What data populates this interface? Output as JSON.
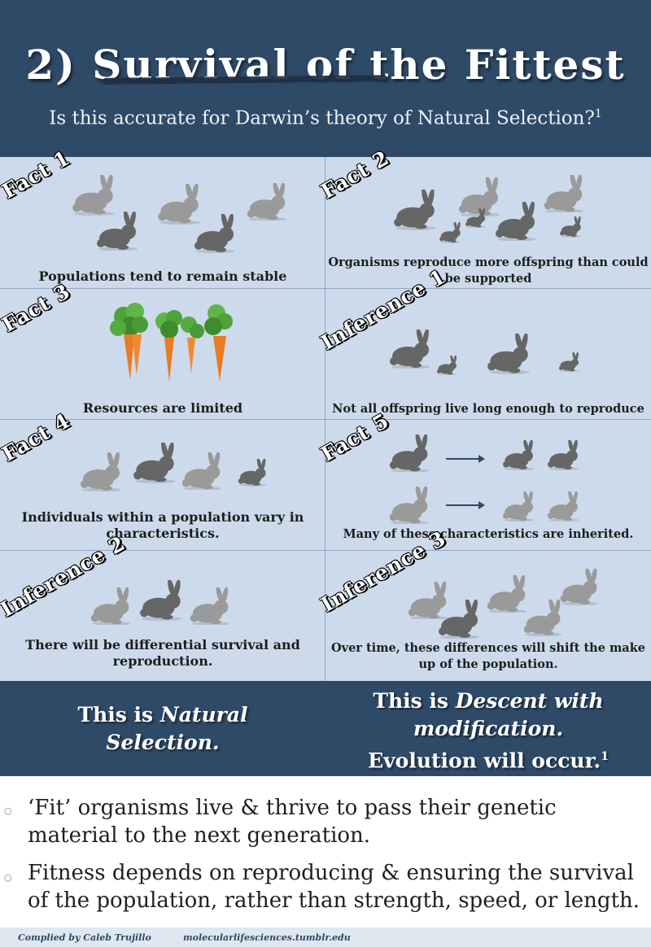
{
  "header": {
    "title": "2) Survival of the Fittest",
    "subtitle": "Is this accurate for Darwin’s theory of Natural Selection?",
    "subtitle_sup": "1"
  },
  "cells": [
    {
      "tag": "Fact 1",
      "caption": "Populations tend to remain stable"
    },
    {
      "tag": "Fact 2",
      "caption": "Organisms reproduce more offspring than could be supported"
    },
    {
      "tag": "Fact 3",
      "caption": "Resources are limited"
    },
    {
      "tag": "Inference 1",
      "caption": "Not all offspring live long enough to reproduce"
    },
    {
      "tag": "Fact 4",
      "caption": "Individuals within a population vary in characteristics."
    },
    {
      "tag": "Fact 5",
      "caption": "Many of these characteristics are inherited."
    },
    {
      "tag": "Inference 2",
      "caption": "There will be differential survival and reproduction."
    },
    {
      "tag": "Inference 3",
      "caption": "Over time, these differences will shift the make up of the population."
    }
  ],
  "band": {
    "left_prefix": "This is ",
    "left_italic": "Natural Selection.",
    "right_prefix": "This is ",
    "right_italic": "Descent with modification.",
    "right_line3": "Evolution will occur.",
    "right_sup": "1"
  },
  "bullets": [
    "‘Fit’ organisms live & thrive to pass their genetic material to the next generation.",
    "Fitness depends on reproducing & ensuring the survival of the population, rather than strength, speed, or length."
  ],
  "footer": {
    "credit": "Complied by Caleb Trujillo",
    "url": "molecularlifesciences.tumblr.edu"
  },
  "colors": {
    "navy": "#2e4a67",
    "panel": "#ccdaeb",
    "rabbit_light": "#9a9a9a",
    "rabbit_dark": "#666666"
  }
}
